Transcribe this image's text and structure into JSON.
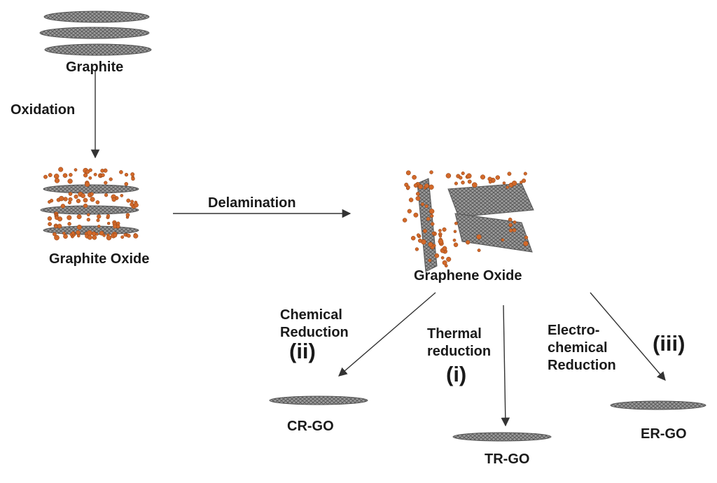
{
  "nodes": {
    "graphite": "Graphite",
    "graphite_oxide": "Graphite Oxide",
    "graphene_oxide": "Graphene Oxide",
    "cr_go": "CR-GO",
    "tr_go": "TR-GO",
    "er_go": "ER-GO"
  },
  "edges": {
    "oxidation": "Oxidation",
    "delamination": "Delamination",
    "chemical_reduction": "Chemical\nReduction",
    "thermal_reduction": "Thermal\nreduction",
    "electrochemical_reduction": "Electro-\nchemical\nReduction"
  },
  "routes": {
    "chemical": "(ii)",
    "thermal": "(i)",
    "electrochemical": "(iii)"
  },
  "colors": {
    "sheet": "#8a8a8a",
    "sheet_dark": "#555555",
    "oxygen_group": "#d2692a",
    "arrow": "#333333"
  }
}
